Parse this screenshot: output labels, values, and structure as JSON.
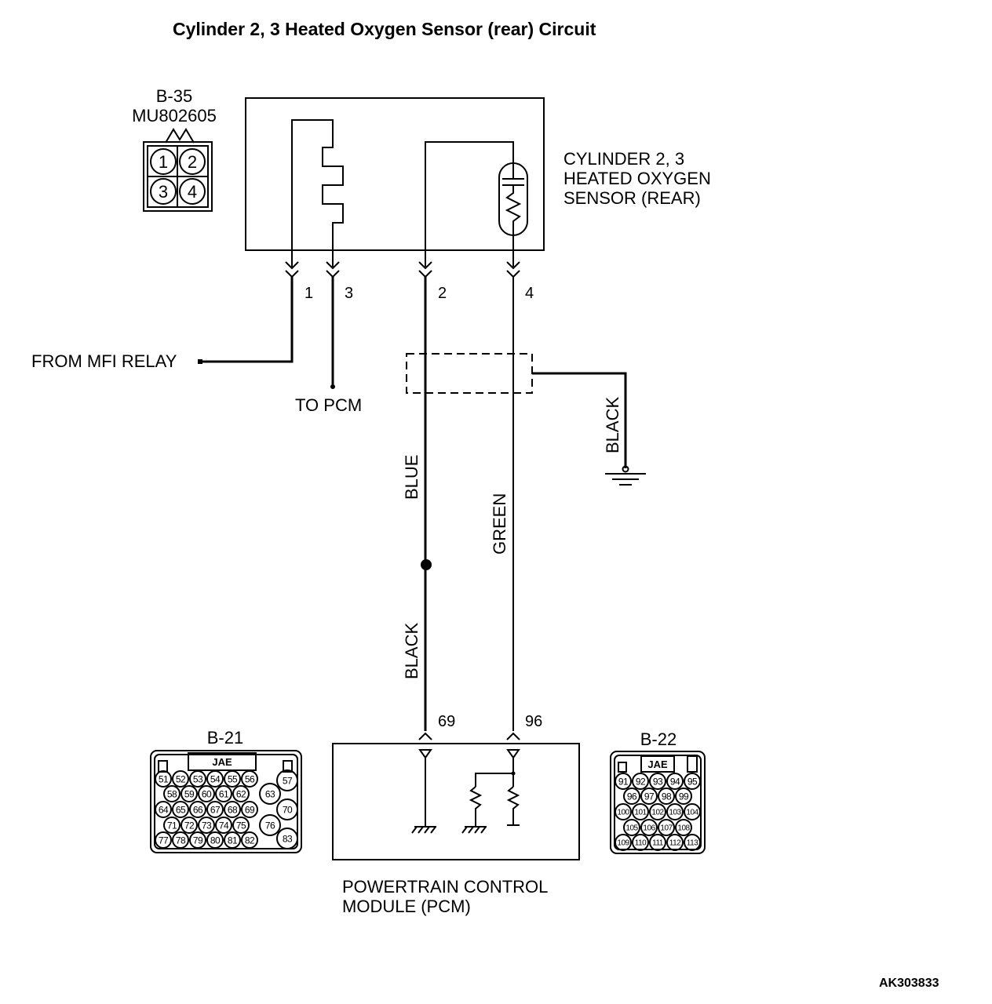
{
  "title": "Cylinder 2, 3 Heated Oxygen Sensor (rear) Circuit",
  "sensor_connector": {
    "id": "B-35",
    "part": "MU802605",
    "pins": [
      "1",
      "2",
      "3",
      "4"
    ]
  },
  "sensor_label": [
    "CYLINDER 2, 3",
    "HEATED OXYGEN",
    "SENSOR (REAR)"
  ],
  "pins": {
    "p1": "1",
    "p3": "3",
    "p2": "2",
    "p4": "4",
    "pcm69": "69",
    "pcm96": "96"
  },
  "labels": {
    "from_mfi": "FROM MFI RELAY",
    "to_pcm": "TO PCM"
  },
  "wire_colors": {
    "blue": "BLUE",
    "green": "GREEN",
    "black_upper": "BLACK",
    "black_lower": "BLACK"
  },
  "pcm_label": [
    "POWERTRAIN CONTROL",
    "MODULE (PCM)"
  ],
  "connector_b21": {
    "id": "B-21",
    "maker": "JAE",
    "rows": [
      [
        "51",
        "52",
        "53",
        "54",
        "55",
        "56",
        "57"
      ],
      [
        "58",
        "59",
        "60",
        "61",
        "62",
        "63"
      ],
      [
        "64",
        "65",
        "66",
        "67",
        "68",
        "69",
        "70"
      ],
      [
        "71",
        "72",
        "73",
        "74",
        "75",
        "76"
      ],
      [
        "77",
        "78",
        "79",
        "80",
        "81",
        "82",
        "83"
      ]
    ]
  },
  "connector_b22": {
    "id": "B-22",
    "maker": "JAE",
    "rows": [
      [
        "91",
        "92",
        "93",
        "94",
        "95"
      ],
      [
        "96",
        "97",
        "98",
        "99"
      ],
      [
        "100",
        "101",
        "102",
        "103",
        "104"
      ],
      [
        "105",
        "106",
        "107",
        "108"
      ],
      [
        "109",
        "110",
        "111",
        "112",
        "113"
      ]
    ]
  },
  "figure_code": "AK303833"
}
